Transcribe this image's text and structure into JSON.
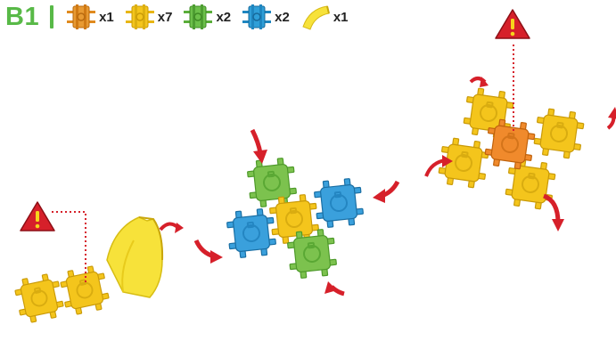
{
  "header": {
    "step": "B1",
    "parts": [
      {
        "icon": "orange-connector-piece-icon",
        "color": "#e08a1e",
        "qty": "x1"
      },
      {
        "icon": "yellow-connector-piece-icon",
        "color": "#f4c51c",
        "qty": "x7"
      },
      {
        "icon": "green-connector-piece-icon",
        "color": "#6cc04a",
        "qty": "x2"
      },
      {
        "icon": "blue-connector-piece-icon",
        "color": "#2f9fd8",
        "qty": "x2"
      },
      {
        "icon": "yellow-curved-ramp-icon",
        "color": "#f7e23a",
        "qty": "x1"
      }
    ]
  },
  "diagram": {
    "assemblies": [
      {
        "name": "ramp-assembly",
        "pieces": [
          "yellow",
          "yellow",
          "yellow-curved-ramp"
        ],
        "warning": true
      },
      {
        "name": "cross-assembly",
        "pieces": [
          "green",
          "green",
          "yellow",
          "blue",
          "blue"
        ],
        "warning": false
      },
      {
        "name": "yellow-cross-assembly",
        "pieces": [
          "yellow",
          "yellow",
          "orange",
          "yellow",
          "yellow"
        ],
        "warning": true
      }
    ],
    "colors": {
      "arrow": "#d6202a",
      "warning": "#d6202a",
      "yellow": "#f4c51c",
      "orange": "#f08a2c",
      "green": "#7cc24e",
      "blue": "#3aa0dc",
      "ramp": "#f7e23a"
    }
  }
}
